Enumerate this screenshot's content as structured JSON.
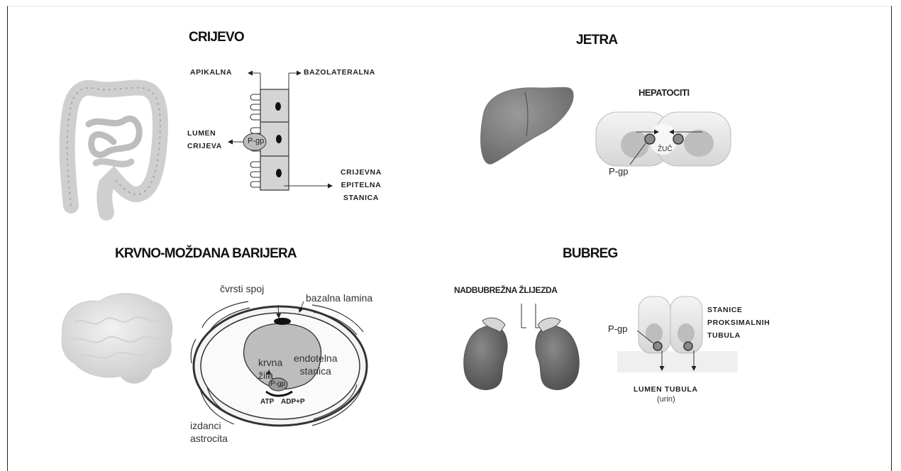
{
  "panels": {
    "crijevo": {
      "title": "CRIJEVO",
      "apikalna": "APIKALNA",
      "bazolateralna": "BAZOLATERALNA",
      "lumen_line1": "LUMEN",
      "lumen_line2": "CRIJEVA",
      "pgp": "P-gp",
      "cell_line1": "CRIJEVNA",
      "cell_line2": "EPITELNA",
      "cell_line3": "STANICA"
    },
    "jetra": {
      "title": "JETRA",
      "hepatociti": "HEPATOCITI",
      "zuc": "ŽUČ",
      "pgp": "P-gp"
    },
    "krvno": {
      "title": "KRVNO-MOŽDANA BARIJERA",
      "cvrsti_spoj": "čvrsti  spoj",
      "bazalna_lamina": "bazalna lamina",
      "krvna_line1": "krvna",
      "krvna_line2": "žila",
      "endotelna_line1": "endotelna",
      "endotelna_line2": "stanica",
      "pgp": "P-gp",
      "atp": "ATP",
      "adp": "ADP+P",
      "izdanci_line1": "izdanci",
      "izdanci_line2": "astrocita"
    },
    "bubreg": {
      "title": "BUBREG",
      "nadbubrezna": "NADBUBREŽNA ŽLIJEZDA",
      "pgp": "P-gp",
      "stanice_line1": "STANICE",
      "stanice_line2": "PROKSIMALNIH",
      "stanice_line3": "TUBULA",
      "lumen": "LUMEN TUBULA",
      "urin": "(urin)"
    }
  }
}
